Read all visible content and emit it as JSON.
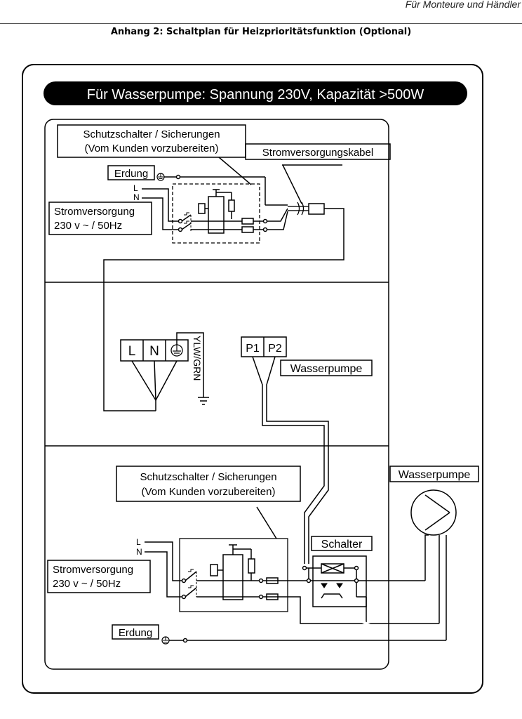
{
  "header": {
    "note": "Für Monteure und Händler",
    "title": "Anhang 2: Schaltplan für Heizprioritätsfunktion (Optional)"
  },
  "diagram": {
    "banner": "Für Wasserpumpe: Spannung 230V, Kapazität >500W",
    "top": {
      "breaker_line1": "Schutzschalter / Sicherungen",
      "breaker_line2": "(Vom Kunden vorzubereiten)",
      "cable_label": "Stromversorgungskabel",
      "earth_label": "Erdung",
      "l_label": "L",
      "n_label": "N",
      "supply_line1": "Stromversorgung",
      "supply_line2": "230 v ~ / 50Hz"
    },
    "middle": {
      "terminal_l": "L",
      "terminal_n": "N",
      "ground_wire": "YLW/GRN",
      "pump_terminal_1": "P1",
      "pump_terminal_2": "P2",
      "pump_label": "Wasserpumpe"
    },
    "bottom": {
      "breaker_line1": "Schutzschalter / Sicherungen",
      "breaker_line2": "(Vom Kunden vorzubereiten)",
      "l_label": "L",
      "n_label": "N",
      "supply_line1": "Stromversorgung",
      "supply_line2": "230 v ~ / 50Hz",
      "switch_label": "Schalter",
      "pump_label": "Wasserpumpe",
      "earth_label": "Erdung"
    }
  }
}
